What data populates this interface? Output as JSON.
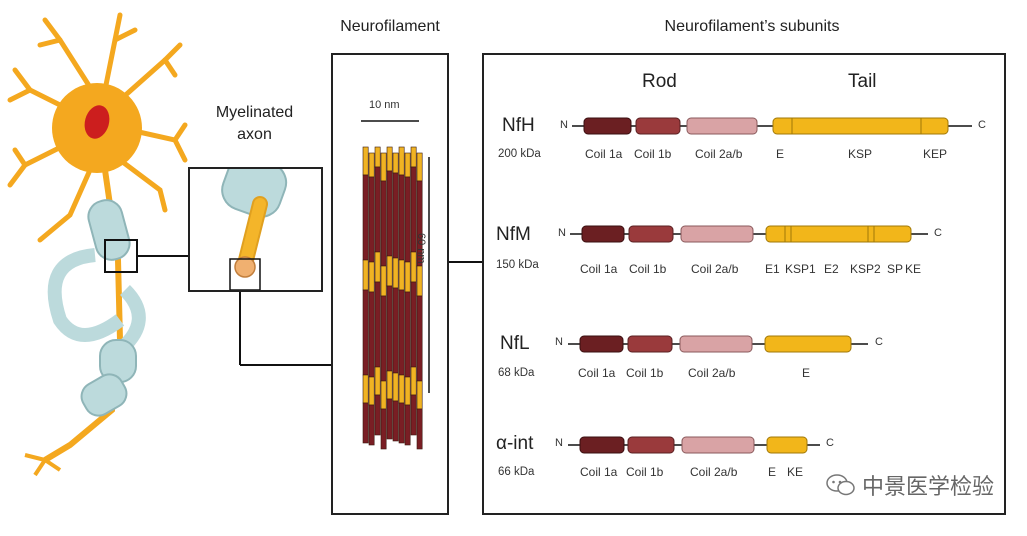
{
  "left": {
    "title_line1": "Myelinated",
    "title_line2": "axon"
  },
  "middle": {
    "title": "Neurofilament",
    "scale_width": "10 nm",
    "scale_length": "60 nm"
  },
  "right": {
    "title": "Neurofilament’s subunits",
    "header_rod": "Rod",
    "header_tail": "Tail",
    "n_label": "N",
    "c_label": "C",
    "proteins": [
      {
        "name": "NfH",
        "mass": "200 kDa",
        "coils": [
          "Coil 1a",
          "Coil 1b",
          "Coil 2a/b"
        ],
        "tail_labels": [
          "E",
          "KSP",
          "KEP"
        ]
      },
      {
        "name": "NfM",
        "mass": "150 kDa",
        "coils": [
          "Coil 1a",
          "Coil 1b",
          "Coil 2a/b"
        ],
        "tail_labels": [
          "E1",
          "KSP1",
          "E2",
          "KSP2",
          "SP",
          "KE"
        ]
      },
      {
        "name": "NfL",
        "mass": "68 kDa",
        "coils": [
          "Coil 1a",
          "Coil 1b",
          "Coil 2a/b"
        ],
        "tail_labels": [
          "E"
        ]
      },
      {
        "name": "α-int",
        "mass": "66 kDa",
        "coils": [
          "Coil 1a",
          "Coil 1b",
          "Coil 2a/b"
        ],
        "tail_labels": [
          "E",
          "KE"
        ]
      }
    ]
  },
  "watermark": {
    "text": "中景医学检验",
    "icon": "wechat-icon"
  },
  "colors": {
    "coil1a": "#6b1f22",
    "coil1b": "#9a3a3c",
    "coil2": "#d9a3a5",
    "tail": "#f2b61a",
    "neuron": "#f4a81f",
    "nucleus": "#cc1e1e",
    "myelin": "#bcdadc",
    "filament_dark": "#7a1e24",
    "filament_gold": "#f0b323"
  }
}
